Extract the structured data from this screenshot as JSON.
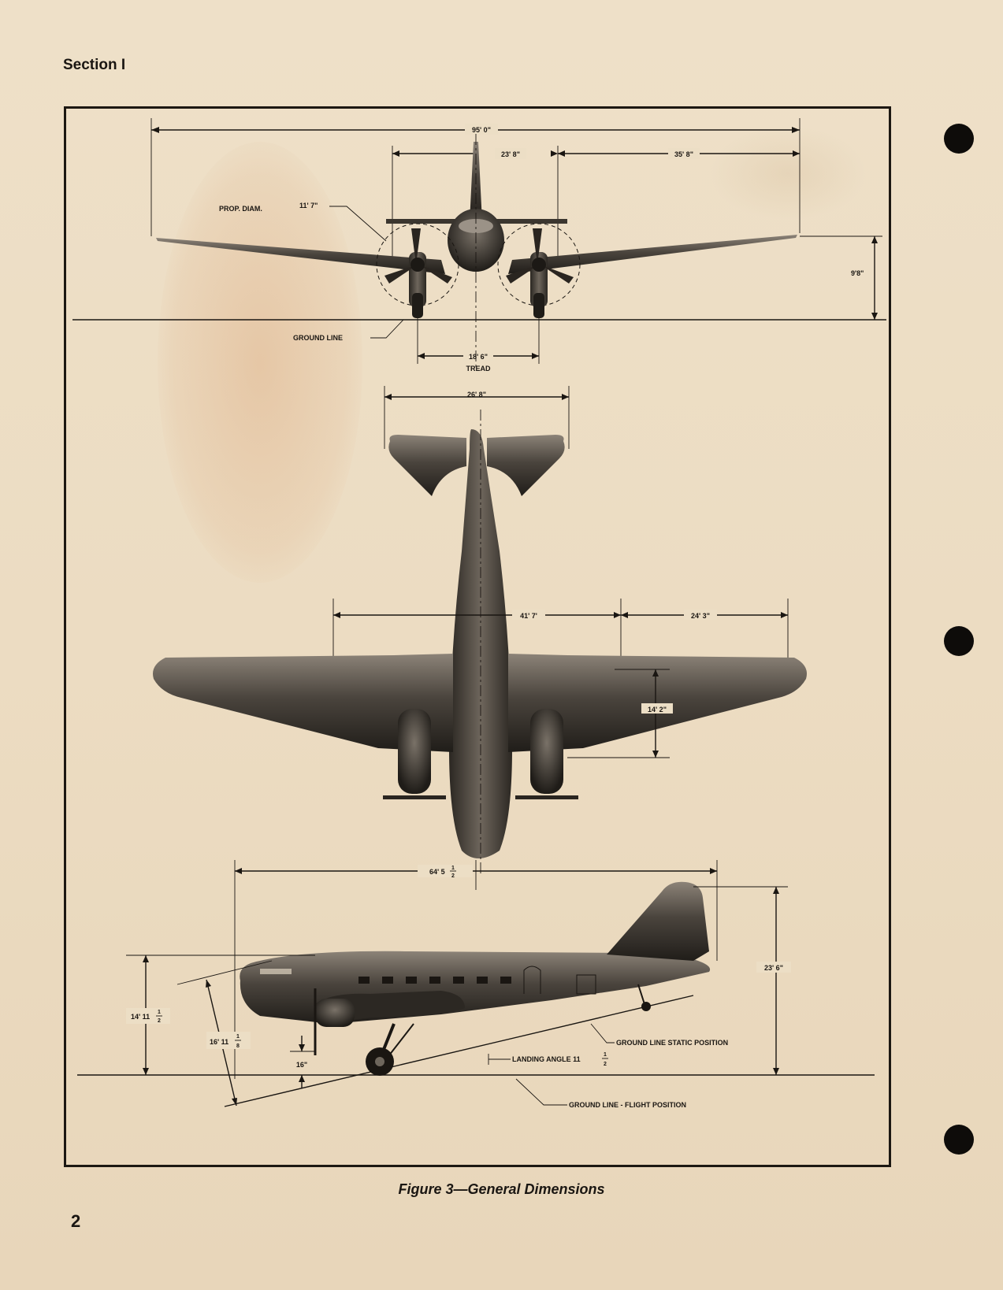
{
  "header": {
    "section": "Section I"
  },
  "page_number": "2",
  "figure": {
    "caption": "Figure 3—General Dimensions",
    "front_view": {
      "span": "95' 0\"",
      "prop_diam_label": "PROP.  DIAM.",
      "prop_diam_value": "11' 7\"",
      "center_to_nacelle": "23' 8\"",
      "nacelle_to_tip": "35' 8\"",
      "ground_line": "GROUND  LINE",
      "tread_value": "18' 6\"",
      "tread_label": "TREAD",
      "wing_height": "9'8\""
    },
    "top_view": {
      "stab_span": "26' 8\"",
      "center_section": "41' 7'",
      "outer_panel": "24' 3\"",
      "root_chord": "14' 2\""
    },
    "side_view": {
      "length_whole": "64' 5",
      "length_frac_num": "1",
      "length_frac_den": "2",
      "height_tail": "23' 6\"",
      "height_ground_whole": "14' 11",
      "height_ground_num": "1",
      "height_ground_den": "2",
      "height_flight_whole": "16' 11",
      "height_flight_num": "1",
      "height_flight_den": "8",
      "prop_clearance": "16\"",
      "ground_line_static": "GROUND  LINE  STATIC  POSITION",
      "landing_angle_label": "LANDING   ANGLE  11",
      "landing_angle_num": "1",
      "landing_angle_den": "2",
      "ground_line_flight": "GROUND  LINE  -  FLIGHT  POSITION"
    }
  }
}
